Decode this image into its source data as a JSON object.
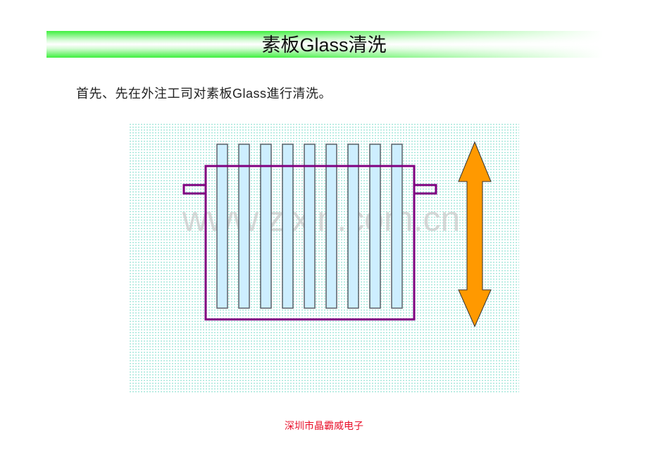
{
  "slide": {
    "title": "素板Glass清洗",
    "intro_text": "首先、先在外注工司对素板Glass進行清洗。",
    "footer_text": "深圳市晶霸威电子",
    "watermark": "www.zixin.com.cn"
  },
  "colors": {
    "title_green": "#3ef03e",
    "pattern_dot": "#a8e8dc",
    "slat_fill": "#cdeeff",
    "slat_stroke": "#5a6068",
    "frame_purple": "#800080",
    "arrow_fill": "#ff9900",
    "footer_red": "#e8102a"
  },
  "diagram": {
    "description": "Glass slats in cleaning rack with vertical up/down motion arrow",
    "slat_count": 9,
    "arrow": "double-headed vertical arrow"
  }
}
